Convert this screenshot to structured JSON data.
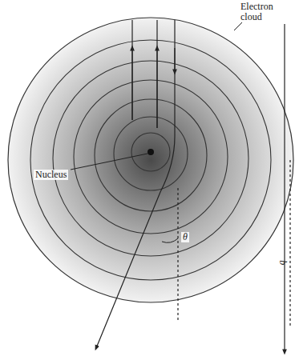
{
  "diagram": {
    "labels": [
      "Electron cloud",
      "Nucleus",
      "θ",
      "b"
    ]
  }
}
